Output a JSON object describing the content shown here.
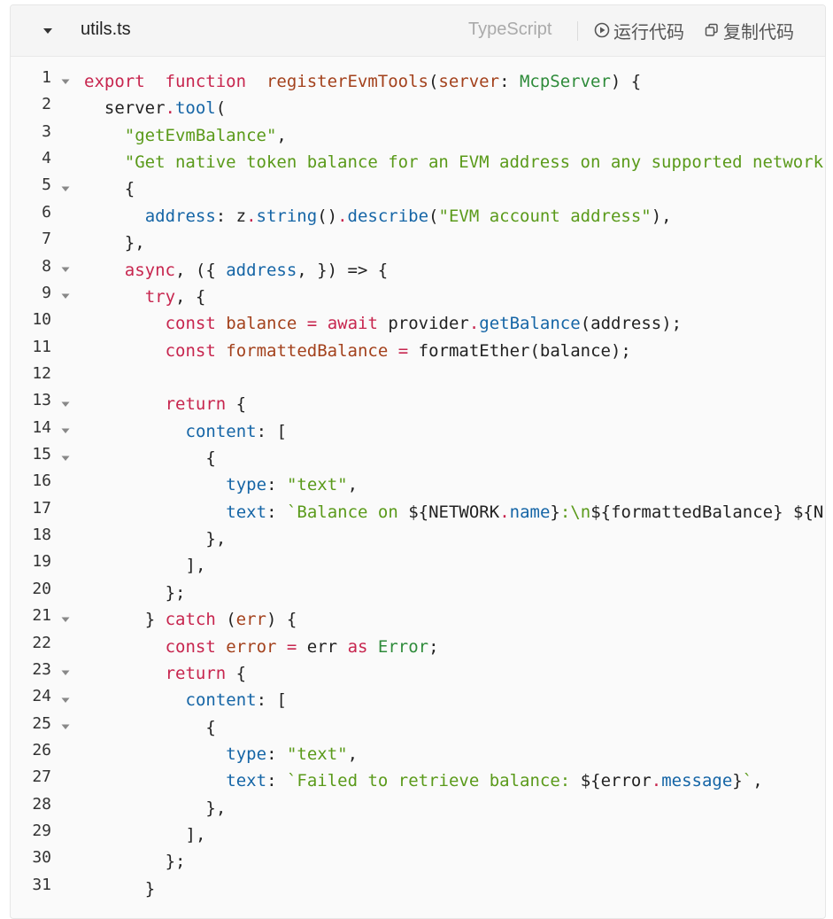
{
  "header": {
    "filename": "utils.ts",
    "language": "TypeScript",
    "run_label": "运行代码",
    "copy_label": "复制代码"
  },
  "icons": {
    "collapse": "caret-down-icon",
    "run": "play-circle-icon",
    "copy": "copy-icon",
    "fold": "fold-caret-icon"
  },
  "colors": {
    "keyword": "#c7254e",
    "name": "#a3411c",
    "type": "#2e8b3a",
    "string": "#5a9a1a",
    "property": "#1565a6",
    "text": "#222222"
  },
  "code": {
    "lines": [
      {
        "n": "1",
        "fold": true,
        "indent": 0,
        "tokens": [
          [
            "k",
            "export"
          ],
          [
            "",
            "  "
          ],
          [
            "k",
            "function"
          ],
          [
            "",
            "  "
          ],
          [
            "f",
            "registerEvmTools"
          ],
          [
            "",
            "("
          ],
          [
            "f",
            "server"
          ],
          [
            "",
            ": "
          ],
          [
            "t",
            "McpServer"
          ],
          [
            "",
            ") {"
          ]
        ]
      },
      {
        "n": "2",
        "fold": false,
        "indent": 2,
        "tokens": [
          [
            "",
            "server"
          ],
          [
            "d",
            "."
          ],
          [
            "p",
            "tool"
          ],
          [
            "",
            "("
          ]
        ]
      },
      {
        "n": "3",
        "fold": false,
        "indent": 4,
        "tokens": [
          [
            "s",
            "\"getEvmBalance\""
          ],
          [
            "",
            ","
          ]
        ]
      },
      {
        "n": "4",
        "fold": false,
        "indent": 4,
        "tokens": [
          [
            "s",
            "\"Get native token balance for an EVM address on any supported network\""
          ],
          [
            "",
            ","
          ]
        ]
      },
      {
        "n": "5",
        "fold": true,
        "indent": 4,
        "tokens": [
          [
            "",
            "{"
          ]
        ]
      },
      {
        "n": "6",
        "fold": false,
        "indent": 6,
        "tokens": [
          [
            "p",
            "address"
          ],
          [
            "",
            ": z"
          ],
          [
            "d",
            "."
          ],
          [
            "p",
            "string"
          ],
          [
            "",
            "()"
          ],
          [
            "d",
            "."
          ],
          [
            "p",
            "describe"
          ],
          [
            "",
            "("
          ],
          [
            "s",
            "\"EVM account address\""
          ],
          [
            "",
            "),"
          ]
        ]
      },
      {
        "n": "7",
        "fold": false,
        "indent": 4,
        "tokens": [
          [
            "",
            "},"
          ]
        ]
      },
      {
        "n": "8",
        "fold": true,
        "indent": 4,
        "tokens": [
          [
            "k",
            "async"
          ],
          [
            "",
            ", ({ "
          ],
          [
            "p",
            "address"
          ],
          [
            "",
            ", }) => {"
          ]
        ]
      },
      {
        "n": "9",
        "fold": true,
        "indent": 6,
        "tokens": [
          [
            "k",
            "try"
          ],
          [
            "",
            ", {"
          ]
        ]
      },
      {
        "n": "10",
        "fold": false,
        "indent": 8,
        "tokens": [
          [
            "k",
            "const"
          ],
          [
            "",
            " "
          ],
          [
            "f",
            "balance"
          ],
          [
            "",
            " "
          ],
          [
            "d",
            "="
          ],
          [
            "",
            " "
          ],
          [
            "k",
            "await"
          ],
          [
            "",
            " provider"
          ],
          [
            "d",
            "."
          ],
          [
            "p",
            "getBalance"
          ],
          [
            "",
            "(address);"
          ]
        ]
      },
      {
        "n": "11",
        "fold": false,
        "indent": 8,
        "tokens": [
          [
            "k",
            "const"
          ],
          [
            "",
            " "
          ],
          [
            "f",
            "formattedBalance"
          ],
          [
            "",
            " "
          ],
          [
            "d",
            "="
          ],
          [
            "",
            " formatEther(balance);"
          ]
        ]
      },
      {
        "n": "12",
        "fold": false,
        "indent": 0,
        "tokens": []
      },
      {
        "n": "13",
        "fold": true,
        "indent": 8,
        "tokens": [
          [
            "k",
            "return"
          ],
          [
            "",
            " {"
          ]
        ]
      },
      {
        "n": "14",
        "fold": true,
        "indent": 10,
        "tokens": [
          [
            "p",
            "content"
          ],
          [
            "",
            ": ["
          ]
        ]
      },
      {
        "n": "15",
        "fold": true,
        "indent": 12,
        "tokens": [
          [
            "",
            "{"
          ]
        ]
      },
      {
        "n": "16",
        "fold": false,
        "indent": 14,
        "tokens": [
          [
            "p",
            "type"
          ],
          [
            "",
            ": "
          ],
          [
            "s",
            "\"text\""
          ],
          [
            "",
            ","
          ]
        ]
      },
      {
        "n": "17",
        "fold": false,
        "indent": 14,
        "tokens": [
          [
            "p",
            "text"
          ],
          [
            "",
            ": "
          ],
          [
            "s",
            "`Balance on "
          ],
          [
            "",
            "${NETWORK"
          ],
          [
            "d",
            "."
          ],
          [
            "p",
            "name"
          ],
          [
            "",
            "}"
          ],
          [
            "s",
            ":\\n"
          ],
          [
            "",
            "${formattedBalance} ${NETWORK.nativeCurrency}`"
          ]
        ]
      },
      {
        "n": "18",
        "fold": false,
        "indent": 12,
        "tokens": [
          [
            "",
            "},"
          ]
        ]
      },
      {
        "n": "19",
        "fold": false,
        "indent": 10,
        "tokens": [
          [
            "",
            "],"
          ]
        ]
      },
      {
        "n": "20",
        "fold": false,
        "indent": 8,
        "tokens": [
          [
            "",
            "};"
          ]
        ]
      },
      {
        "n": "21",
        "fold": true,
        "indent": 6,
        "tokens": [
          [
            "",
            "} "
          ],
          [
            "k",
            "catch"
          ],
          [
            "",
            " ("
          ],
          [
            "f",
            "err"
          ],
          [
            "",
            ") {"
          ]
        ]
      },
      {
        "n": "22",
        "fold": false,
        "indent": 8,
        "tokens": [
          [
            "k",
            "const"
          ],
          [
            "",
            " "
          ],
          [
            "f",
            "error"
          ],
          [
            "",
            " "
          ],
          [
            "d",
            "="
          ],
          [
            "",
            " err "
          ],
          [
            "k",
            "as"
          ],
          [
            "",
            " "
          ],
          [
            "t",
            "Error"
          ],
          [
            "",
            ";"
          ]
        ]
      },
      {
        "n": "23",
        "fold": true,
        "indent": 8,
        "tokens": [
          [
            "k",
            "return"
          ],
          [
            "",
            " {"
          ]
        ]
      },
      {
        "n": "24",
        "fold": true,
        "indent": 10,
        "tokens": [
          [
            "p",
            "content"
          ],
          [
            "",
            ": ["
          ]
        ]
      },
      {
        "n": "25",
        "fold": true,
        "indent": 12,
        "tokens": [
          [
            "",
            "{"
          ]
        ]
      },
      {
        "n": "26",
        "fold": false,
        "indent": 14,
        "tokens": [
          [
            "p",
            "type"
          ],
          [
            "",
            ": "
          ],
          [
            "s",
            "\"text\""
          ],
          [
            "",
            ","
          ]
        ]
      },
      {
        "n": "27",
        "fold": false,
        "indent": 14,
        "tokens": [
          [
            "p",
            "text"
          ],
          [
            "",
            ": "
          ],
          [
            "s",
            "`Failed to retrieve balance: "
          ],
          [
            "",
            "${error"
          ],
          [
            "d",
            "."
          ],
          [
            "p",
            "message"
          ],
          [
            "",
            "}"
          ],
          [
            "s",
            "`"
          ],
          [
            "",
            ","
          ]
        ]
      },
      {
        "n": "28",
        "fold": false,
        "indent": 12,
        "tokens": [
          [
            "",
            "},"
          ]
        ]
      },
      {
        "n": "29",
        "fold": false,
        "indent": 10,
        "tokens": [
          [
            "",
            "],"
          ]
        ]
      },
      {
        "n": "30",
        "fold": false,
        "indent": 8,
        "tokens": [
          [
            "",
            "};"
          ]
        ]
      },
      {
        "n": "31",
        "fold": false,
        "indent": 6,
        "tokens": [
          [
            "",
            "}"
          ]
        ]
      }
    ]
  }
}
